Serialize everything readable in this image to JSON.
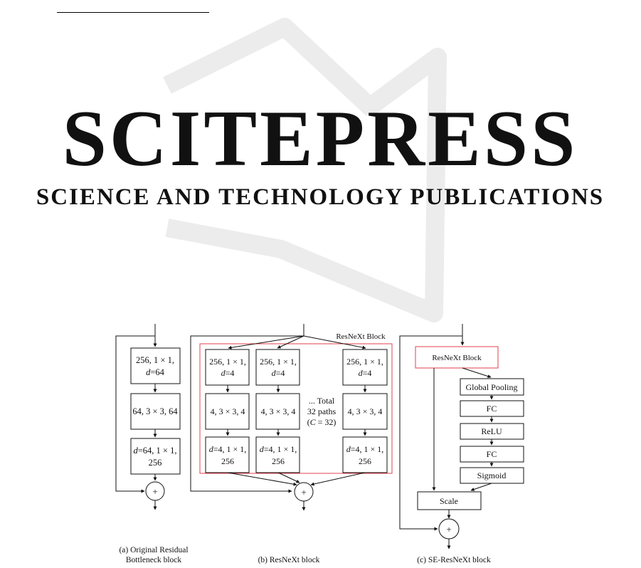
{
  "watermark": {
    "brand": "SCITEPRESS",
    "tagline": "SCIENCE AND TECHNOLOGY PUBLICATIONS"
  },
  "diagram_a": {
    "caption_line1": "(a) Original Residual",
    "caption_line2": "Bottleneck block",
    "box1_line1": "256, 1 × 1,",
    "box1_line2_var": "d",
    "box1_line2_rest": "=64",
    "box2": "64, 3 × 3, 64",
    "box3_line1_var": "d",
    "box3_line1_rest": "=64, 1 × 1,",
    "box3_line2": "256",
    "plus": "+"
  },
  "diagram_b": {
    "caption": "(b) ResNeXt block",
    "block_label": "ResNeXt Block",
    "top_line1": "256, 1 × 1,",
    "top_line2_var": "d",
    "top_line2_rest": "=4",
    "mid": "4, 3 × 3, 4",
    "bot_line1_var": "d",
    "bot_line1_rest": "=4, 1 × 1,",
    "bot_line2": "256",
    "paths_line1": "... Total",
    "paths_line2": "32 paths",
    "paths_line3_pre": "(",
    "paths_line3_var": "C",
    "paths_line3_post": " = 32)",
    "plus": "+"
  },
  "diagram_c": {
    "caption": "(c) SE-ResNeXt block",
    "resnext_block": "ResNeXt Block",
    "global_pooling": "Global Pooling",
    "fc1": "FC",
    "relu": "ReLU",
    "fc2": "FC",
    "sigmoid": "Sigmoid",
    "scale": "Scale",
    "plus": "+"
  },
  "colors": {
    "highlight": "#e0404a",
    "stroke": "#111111",
    "watermark": "#ebebeb"
  }
}
